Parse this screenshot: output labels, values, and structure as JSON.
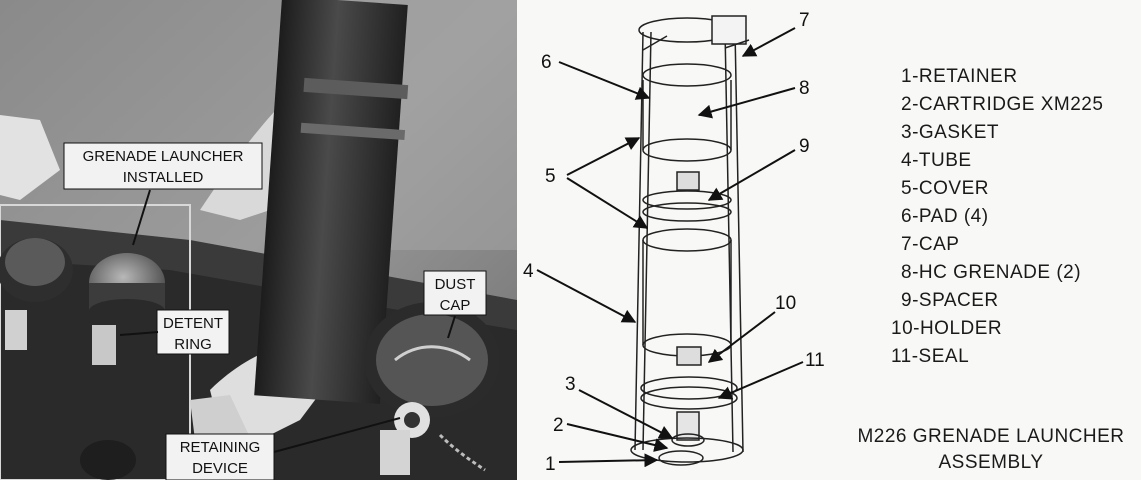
{
  "photo": {
    "callouts": {
      "grenade_launcher_line1": "GRENADE LAUNCHER",
      "grenade_launcher_line2": "INSTALLED",
      "detent_line1": "DETENT",
      "detent_line2": "RING",
      "dust_line1": "DUST",
      "dust_line2": "CAP",
      "retaining_line1": "RETAINING",
      "retaining_line2": "DEVICE"
    }
  },
  "diagram": {
    "numbers": {
      "n1": "1",
      "n2": "2",
      "n3": "3",
      "n4": "4",
      "n5": "5",
      "n6": "6",
      "n7": "7",
      "n8": "8",
      "n9": "9",
      "n10": "10",
      "n11": "11"
    },
    "legend": [
      "1-RETAINER",
      "2-CARTRIDGE XM225",
      "3-GASKET",
      "4-TUBE",
      "5-COVER",
      "6-PAD (4)",
      "7-CAP",
      "8-HC GRENADE (2)",
      "9-SPACER",
      "10-HOLDER",
      "11-SEAL"
    ],
    "caption_line1": "M226 GRENADE LAUNCHER",
    "caption_line2": "ASSEMBLY"
  }
}
